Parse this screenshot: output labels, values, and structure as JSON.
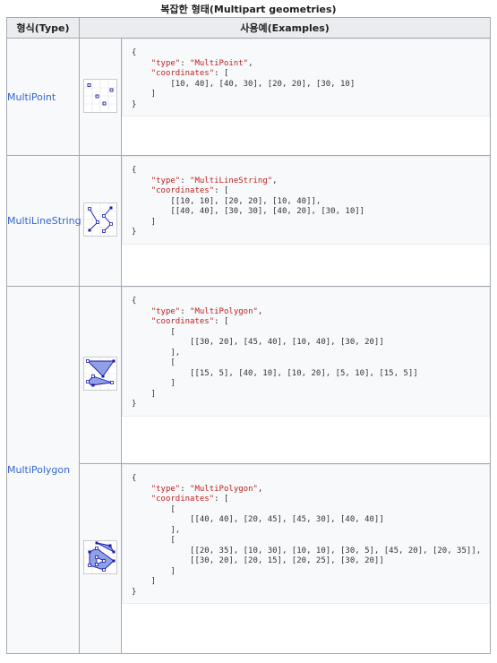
{
  "caption": "복잡한 형태(Multipart geometries)",
  "headers": {
    "type": "형식(Type)",
    "examples": "사용예(Examples)"
  },
  "rows": [
    {
      "type": "MultiPoint",
      "icon": "multipoint-icon",
      "code": [
        "{",
        "    \"type\": \"MultiPoint\",",
        "    \"coordinates\": [",
        "        [10, 40], [40, 30], [20, 20], [30, 10]",
        "    ]",
        "}"
      ]
    },
    {
      "type": "MultiLineString",
      "icon": "multilinestring-icon",
      "code": [
        "{",
        "    \"type\": \"MultiLineString\",",
        "    \"coordinates\": [",
        "        [[10, 10], [20, 20], [10, 40]],",
        "        [[40, 40], [30, 30], [40, 20], [30, 10]]",
        "    ]",
        "}"
      ]
    },
    {
      "type": "MultiPolygon",
      "icon": "multipolygon-icon",
      "code": [
        "{",
        "    \"type\": \"MultiPolygon\",",
        "    \"coordinates\": [",
        "        [",
        "            [[30, 20], [45, 40], [10, 40], [30, 20]]",
        "        ],",
        "        [",
        "            [[15, 5], [40, 10], [10, 20], [5, 10], [15, 5]]",
        "        ]",
        "    ]",
        "}"
      ]
    },
    {
      "type": "",
      "icon": "multipolygon-with-hole-icon",
      "code": [
        "{",
        "    \"type\": \"MultiPolygon\",",
        "    \"coordinates\": [",
        "        [",
        "            [[40, 40], [20, 45], [45, 30], [40, 40]]",
        "        ],",
        "        [",
        "            [[20, 35], [10, 30], [10, 10], [30, 5], [45, 20], [20, 35]],",
        "            [[30, 20], [20, 15], [20, 25], [30, 20]]",
        "        ]",
        "    ]",
        "}"
      ]
    }
  ]
}
